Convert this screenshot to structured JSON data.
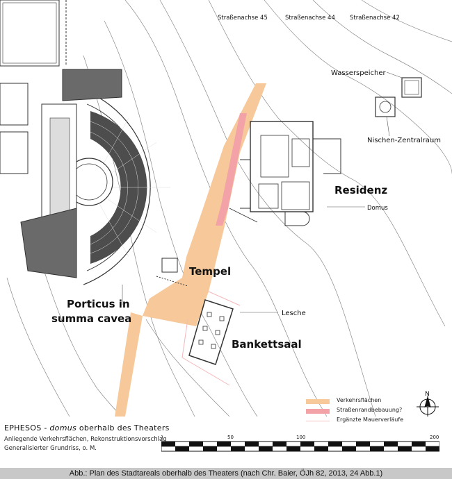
{
  "map": {
    "street_labels": [
      "Straßenachse 45",
      "Straßenachse 44",
      "Straßenachse 42"
    ],
    "labels": {
      "wasserspeicher": "Wasserspeicher",
      "nischen": "Nischen-Zentralraum",
      "residenz": "Residenz",
      "domus": "Domus",
      "tempel": "Tempel",
      "porticus_line1": "Porticus in",
      "porticus_line2": "summa cavea",
      "lesche": "Lesche",
      "bankettsaal": "Bankettsaal"
    },
    "north": "N",
    "colors": {
      "traffic": "#f7c99a",
      "street_building": "#f3a3a7",
      "added_walls": "#f6c0c3",
      "plan_line": "#333333",
      "contour": "#888888"
    }
  },
  "legend": [
    {
      "label": "Verkehrsflächen",
      "color": "#f7c99a",
      "style": "fill"
    },
    {
      "label": "Straßenrandbebauung?",
      "color": "#f3a3a7",
      "style": "fill"
    },
    {
      "label": "Ergänzte Mauerverläufe",
      "color": "#f6c0c3",
      "style": "line"
    }
  ],
  "footer": {
    "title_prefix": "EPHESOS - ",
    "title_italic": "domus",
    "title_suffix": " oberhalb des Theaters",
    "subtitle1": "Anliegende Verkehrsflächen, Rekonstruktionsvorschlag",
    "subtitle2": "Generalisierter Grundriss, o. M.",
    "scale_ticks": [
      "0",
      "50",
      "100",
      "200m"
    ]
  },
  "caption": "Abb.: Plan des Stadtareals oberhalb des Theaters (nach Chr. Baier, ÖJh 82, 2013, 24 Abb.1)"
}
